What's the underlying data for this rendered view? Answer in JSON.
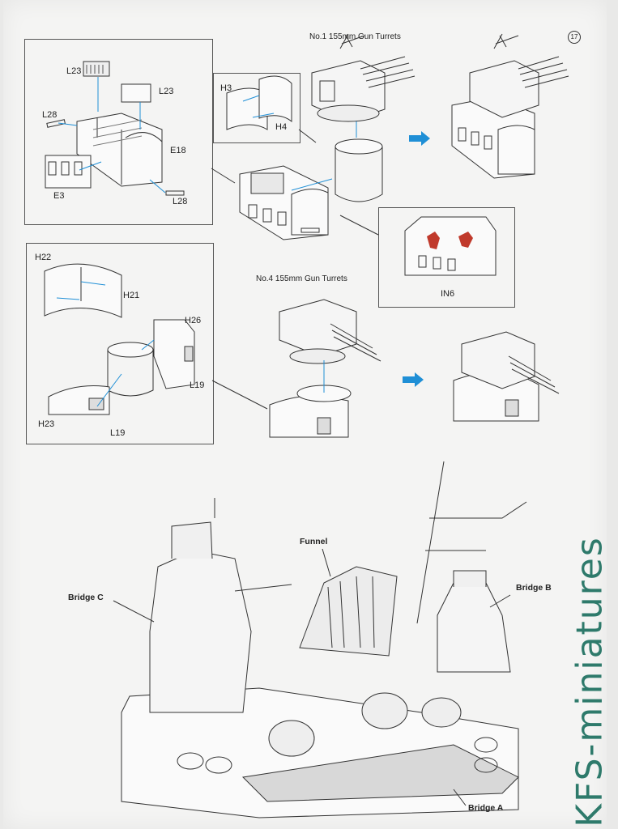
{
  "page_number": "17",
  "top_box_labels": {
    "l23_a": "L23",
    "l23_b": "L23",
    "l28_a": "L28",
    "e18": "E18",
    "e3": "E3",
    "l28_b": "L28"
  },
  "h_box_labels": {
    "h3": "H3",
    "h4": "H4"
  },
  "in6_label": "IN6",
  "turret1_title": "No.1 155mm Gun Turrets",
  "turret4_title": "No.4 155mm Gun Turrets",
  "mid_box_labels": {
    "h22": "H22",
    "h21": "H21",
    "h26": "H26",
    "l19_a": "L19",
    "h23": "H23",
    "l19_b": "L19"
  },
  "bottom_labels": {
    "funnel": "Funnel",
    "bridge_c": "Bridge C",
    "bridge_b": "Bridge B",
    "bridge_a": "Bridge A"
  },
  "watermark": "KFS-miniatures",
  "colors": {
    "arrow": "#1f8fd6",
    "accent_red": "#c0392b",
    "watermark": "#2e7a6b"
  }
}
